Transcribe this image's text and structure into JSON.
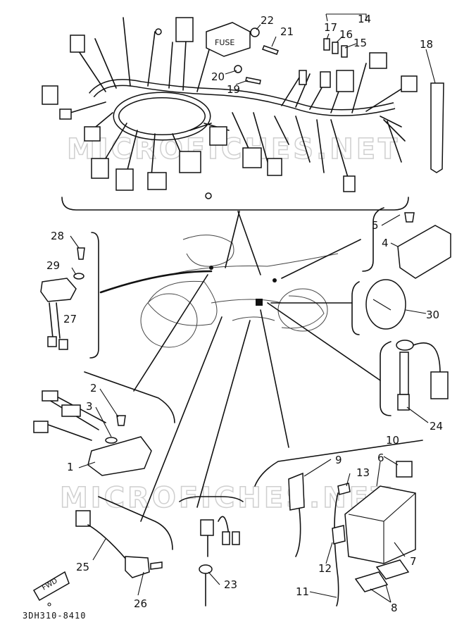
{
  "diagram": {
    "reference_code": "3DH310-8410",
    "fwd_label": "FWD",
    "fuse_label": "FUSE",
    "watermarks": [
      "MICROFICHES.NET",
      "MICROFICHES.NET"
    ],
    "callouts": {
      "c1": "1",
      "c2": "2",
      "c3": "3",
      "c4": "4",
      "c5": "5",
      "c6": "6",
      "c7": "7",
      "c8": "8",
      "c9": "9",
      "c10": "10",
      "c11": "11",
      "c12": "12",
      "c13": "13",
      "c14": "14",
      "c15": "15",
      "c16": "16",
      "c17": "17",
      "c18": "18",
      "c19": "19",
      "c20": "20",
      "c21": "21",
      "c22": "22",
      "c23": "23",
      "c24": "24",
      "c25": "25",
      "c26": "26",
      "c27": "27",
      "c28": "28",
      "c29": "29",
      "c30": "30"
    }
  }
}
